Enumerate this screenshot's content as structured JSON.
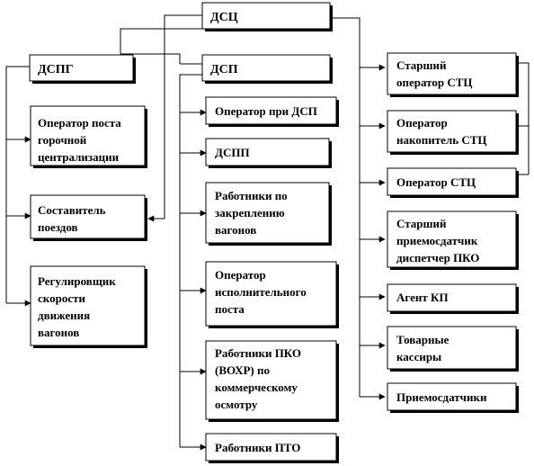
{
  "diagram": {
    "top": {
      "label": "ДСЦ"
    },
    "left_head": {
      "label": "ДСПГ"
    },
    "mid_head": {
      "label": "ДСП"
    },
    "left": [
      {
        "lines": [
          "Оператор поста",
          "горочной",
          "централизации"
        ]
      },
      {
        "lines": [
          "Составитель",
          "поездов"
        ]
      },
      {
        "lines": [
          "Регулировщик",
          "скорости",
          "движения",
          "вагонов"
        ]
      }
    ],
    "middle": [
      {
        "lines": [
          "Оператор при ДСП"
        ]
      },
      {
        "lines": [
          "ДСПП"
        ]
      },
      {
        "lines": [
          "Работники по",
          "закреплению",
          "вагонов"
        ]
      },
      {
        "lines": [
          "Оператор",
          "исполнительного",
          "поста"
        ]
      },
      {
        "lines": [
          "Работники ПКО",
          "(ВОХР) по",
          "коммерческому",
          "осмотру"
        ]
      },
      {
        "lines": [
          "Работники ПТО"
        ]
      }
    ],
    "right": [
      {
        "lines": [
          "Старший",
          "оператор СТЦ"
        ]
      },
      {
        "lines": [
          "Оператор",
          "накопитель СТЦ"
        ]
      },
      {
        "lines": [
          "Оператор СТЦ"
        ]
      },
      {
        "lines": [
          "Старший",
          "приемосдатчик",
          "диспетчер ПКО"
        ]
      },
      {
        "lines": [
          "Агент КП"
        ]
      },
      {
        "lines": [
          "Товарные",
          "кассиры"
        ]
      },
      {
        "lines": [
          "Приемосдатчики"
        ]
      }
    ]
  }
}
